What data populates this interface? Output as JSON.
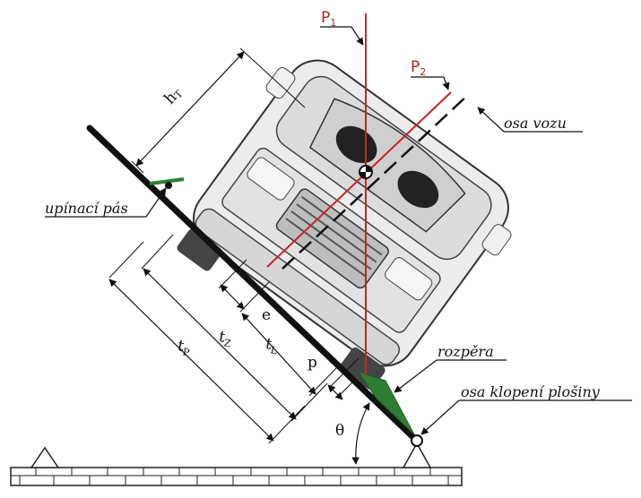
{
  "labels": {
    "p1": "P",
    "p1_sub": "1",
    "p2": "P",
    "p2_sub": "2",
    "osa_vozu": "osa vozu",
    "upinaci_pas": "upínací pás",
    "rozpera": "rozpěra",
    "osa_klopeni": "osa klopení plošiny",
    "theta": "θ",
    "h": "h",
    "h_sub": "T",
    "e": "e",
    "p": "p",
    "tz": "t",
    "tz_sub": "Z",
    "tl": "t",
    "tl_sub": "L",
    "tp": "t",
    "tp_sub": "P"
  },
  "colors": {
    "platform": "#111111",
    "axis_red": "#cc2222",
    "strap_green": "#2e7d32",
    "car_body": "#e9e9e9",
    "car_outline": "#333333",
    "ground": "#222222"
  },
  "icons": {
    "pivot": "circle-pivot-icon",
    "support": "triangle-support-icon",
    "center_of_gravity": "cog-marker-icon"
  }
}
